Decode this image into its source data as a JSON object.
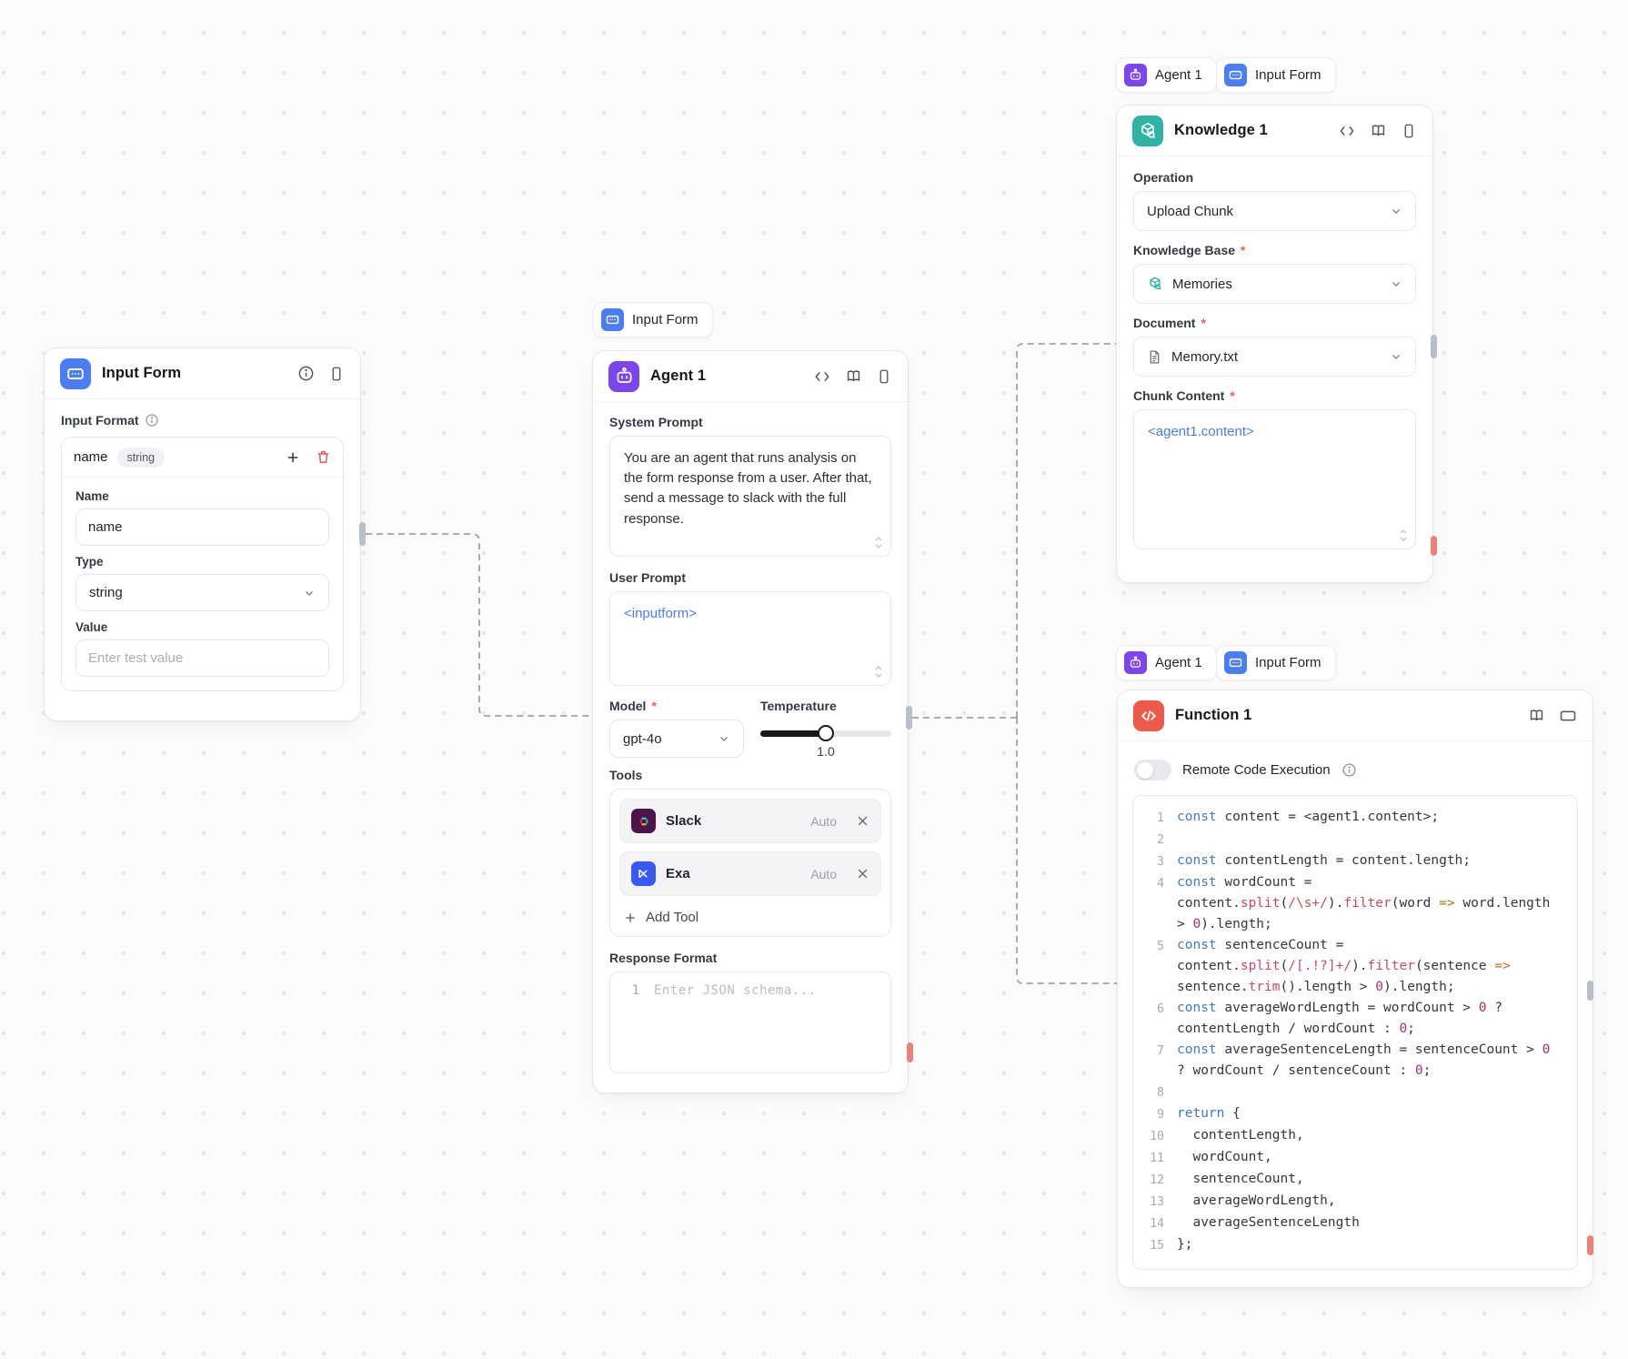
{
  "required_mark": "*",
  "canvas": {
    "edges": [
      {
        "from": "Input Form",
        "to": "Agent 1"
      },
      {
        "from": "Agent 1",
        "to": "Knowledge 1"
      },
      {
        "from": "Agent 1",
        "to": "Function 1"
      }
    ]
  },
  "colors": {
    "input_form_blue": "#4b7df5",
    "agent_purple": "#7c45f0",
    "knowledge_teal": "#2eb3a4",
    "function_red": "#ee5a49",
    "port_slate": "#b6bfcc",
    "port_salmon": "#ee8176",
    "edge_dash": "#99a3b2",
    "template_token_blue": "#4a7cf0",
    "slack_aubergine": "#4a154b",
    "exa_blue": "#3859f6"
  },
  "chips": {
    "above_agent": [
      {
        "label": "Input Form",
        "icon": "input-form-icon"
      }
    ],
    "above_knowledge": [
      {
        "label": "Agent 1",
        "icon": "agent-icon"
      },
      {
        "label": "Input Form",
        "icon": "input-form-icon"
      }
    ],
    "above_function": [
      {
        "label": "Agent 1",
        "icon": "agent-icon"
      },
      {
        "label": "Input Form",
        "icon": "input-form-icon"
      }
    ]
  },
  "input_form_node": {
    "title": "Input Form",
    "input_format_label": "Input Format",
    "field_row": {
      "name": "name",
      "type_badge": "string"
    },
    "name_label": "Name",
    "name_value": "name",
    "type_label": "Type",
    "type_value": "string",
    "value_label": "Value",
    "value_placeholder": "Enter test value"
  },
  "agent_node": {
    "title": "Agent 1",
    "system_prompt_label": "System Prompt",
    "system_prompt_value": "You are an agent that runs analysis on the form response from a user. After that, send a message to slack with the full response.",
    "user_prompt_label": "User Prompt",
    "user_prompt_value": "<inputform>",
    "model_label": "Model",
    "model_value": "gpt-4o",
    "temperature_label": "Temperature",
    "temperature_value": "1.0",
    "tools_label": "Tools",
    "tools": [
      {
        "name": "Slack",
        "mode": "Auto"
      },
      {
        "name": "Exa",
        "mode": "Auto"
      }
    ],
    "add_tool_label": "Add Tool",
    "response_format_label": "Response Format",
    "response_format_line_number": "1",
    "response_format_placeholder": "Enter JSON schema..."
  },
  "knowledge_node": {
    "title": "Knowledge 1",
    "operation_label": "Operation",
    "operation_value": "Upload Chunk",
    "knowledge_base_label": "Knowledge Base",
    "knowledge_base_value": "Memories",
    "document_label": "Document",
    "document_value": "Memory.txt",
    "chunk_content_label": "Chunk Content",
    "chunk_content_value": "<agent1.content>"
  },
  "function_node": {
    "title": "Function 1",
    "remote_code_label": "Remote Code Execution",
    "code_lines": [
      "const content = <agent1.content>;",
      "",
      "const contentLength = content.length;",
      "const wordCount = content.split(/\\s+/).filter(word => word.length > 0).length;",
      "const sentenceCount = content.split(/[.!?]+/).filter(sentence => sentence.trim().length > 0).length;",
      "const averageWordLength = wordCount > 0 ? contentLength / wordCount : 0;",
      "const averageSentenceLength = sentenceCount > 0 ? wordCount / sentenceCount : 0;",
      "",
      "return {",
      "  contentLength,",
      "  wordCount,",
      "  sentenceCount,",
      "  averageWordLength,",
      "  averageSentenceLength",
      "};"
    ]
  }
}
